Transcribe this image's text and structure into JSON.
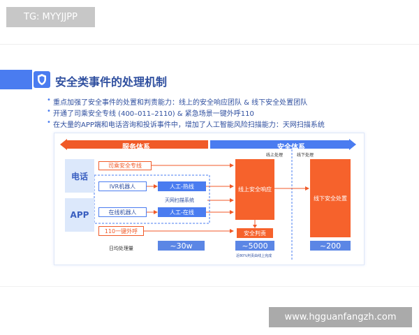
{
  "badges": {
    "tg": "TG: MYYJJPP",
    "website": "www.hgguanfangzh.com"
  },
  "slide": {
    "title": "安全类事件的处理机制",
    "bullets": [
      "重点加强了安全事件的处置和判责能力：线上的安全响应团队 & 线下安全处置团队",
      "开通了司乘安全专线 (400–011–2110) & 紧急场景一键外呼110",
      "在大量的APP端和电话咨询和投诉事件中，增加了人工智能风险扫描能力：天网扫描系统"
    ]
  },
  "diagram": {
    "service_system": "服务体系",
    "safety_system": "安全体系",
    "online_handling": "线上处理",
    "offline_handling": "线下处理",
    "phone": "电话",
    "app": "APP",
    "driver_passenger_line": "司乘安全专线",
    "ivr_robot": "IVR机器人",
    "manual_hotline": "人工-热线",
    "skynet_scan": "天网扫描系统",
    "online_robot": "在线机器人",
    "manual_online": "人工-在线",
    "one_key_110": "110一键外呼",
    "daily_volume_label": "日均处理量",
    "online_response": "线上安全响应",
    "safety_judgement": "安全判责",
    "offline_disposal": "线下安全处置",
    "volume_service": "~30w",
    "volume_online": "~5000",
    "volume_offline": "~200",
    "note": "近80%判责由线上完成"
  },
  "colors": {
    "brand_blue": "#4a7cf0",
    "brand_orange": "#f05a28"
  }
}
